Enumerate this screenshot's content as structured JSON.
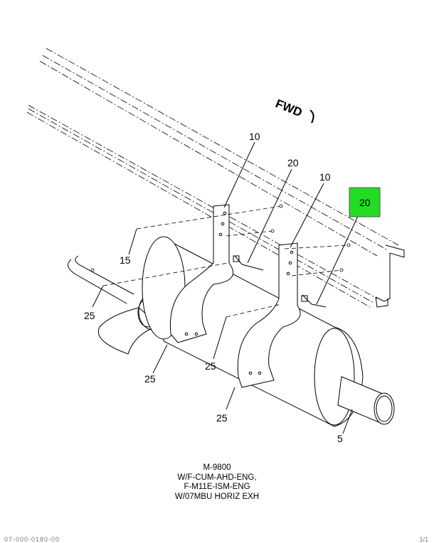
{
  "diagram": {
    "direction_label": "FWD",
    "callouts": {
      "bracket_left": "10",
      "bracket_right": "10",
      "clamp_left": "20",
      "clamp_right_highlight": "20",
      "bolt_top": "15",
      "nut_left_upper": "25",
      "nut_left_lower": "25",
      "nut_center": "25",
      "nut_bottom": "25",
      "muffler": "5"
    },
    "highlight_color": "#22dd22"
  },
  "caption": {
    "line1": "M-9800",
    "line2": "W/F-CUM-AHD-ENG,",
    "line3": "F-M11E-ISM-ENG",
    "line4": "W/07MBU HORIZ EXH"
  },
  "footer": {
    "left": "07-000-0180-00",
    "right": "1/1"
  }
}
